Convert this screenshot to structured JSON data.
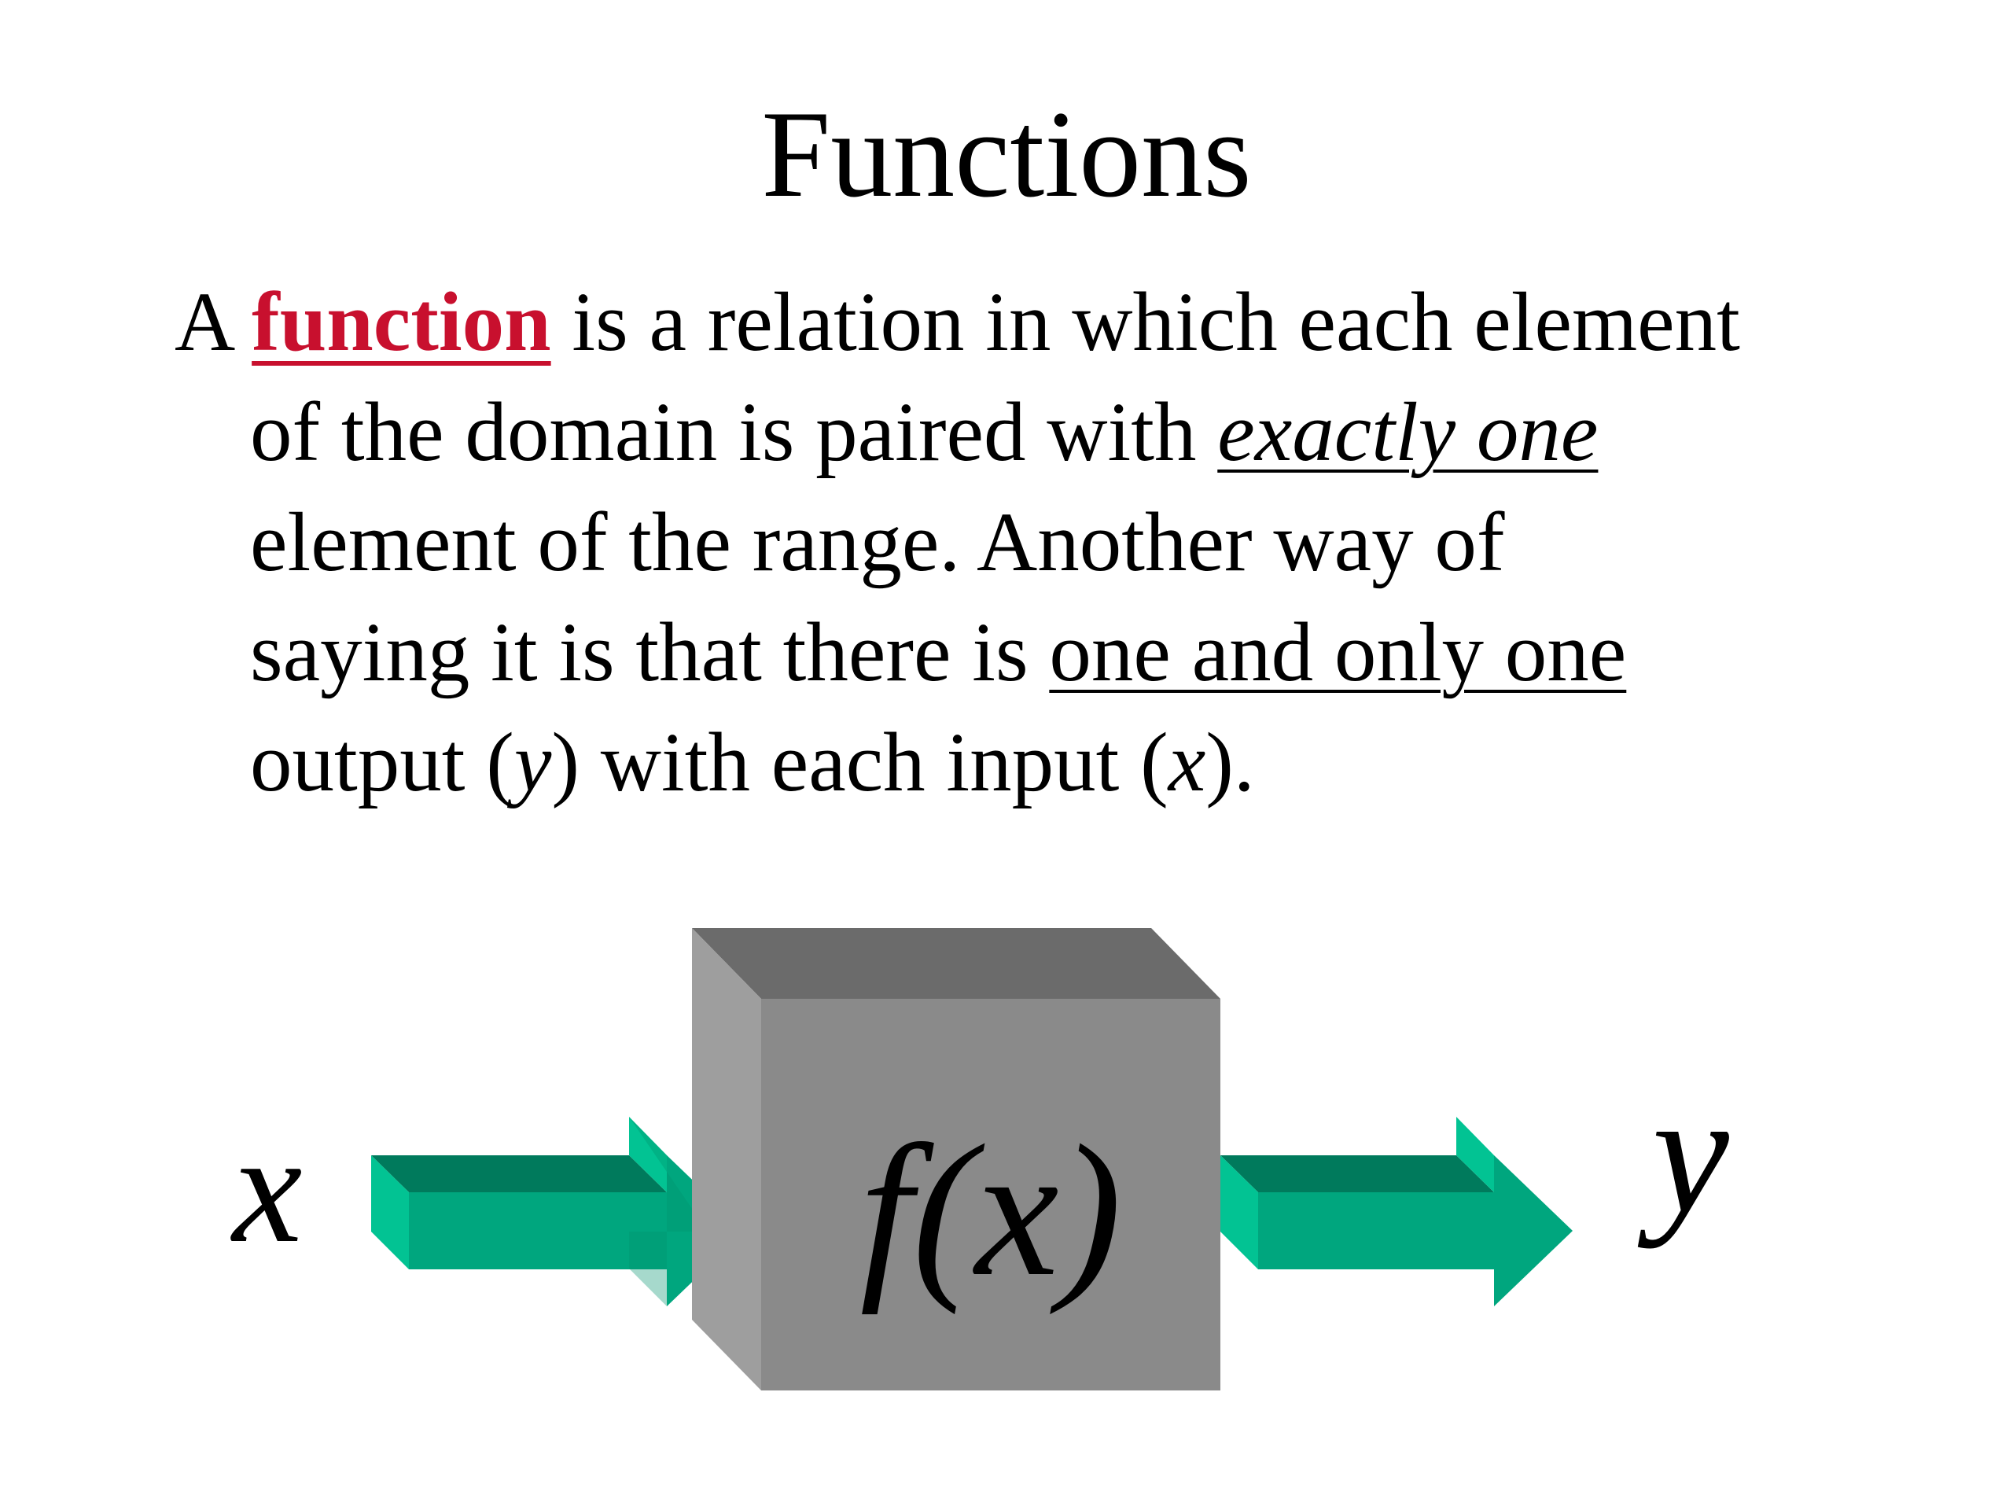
{
  "slide": {
    "title": "Functions",
    "definition": {
      "lead": "A",
      "term": "function",
      "line1_rest": "is a relation in which each element",
      "line2_start": "of the domain is paired with",
      "emphasis_italic": "exactly one",
      "line3": "element of the range. Another way of",
      "line4_start": "saying it is that there is",
      "emphasis_underline": "one and only one",
      "line5_a": "output (",
      "line5_var_y": "y",
      "line5_b": ") with each input (",
      "line5_var_x": "x",
      "line5_c": ")."
    },
    "diagram": {
      "input_label": "x",
      "box_label": "f(x)",
      "output_label": "y"
    }
  },
  "colors": {
    "term": "#c8102e",
    "arrow_front": "#00a67e",
    "arrow_top": "#007a5c",
    "arrow_side": "#02c393",
    "box_front": "#8a8a8a",
    "box_top": "#6b6b6b",
    "box_side": "#9e9e9e"
  }
}
